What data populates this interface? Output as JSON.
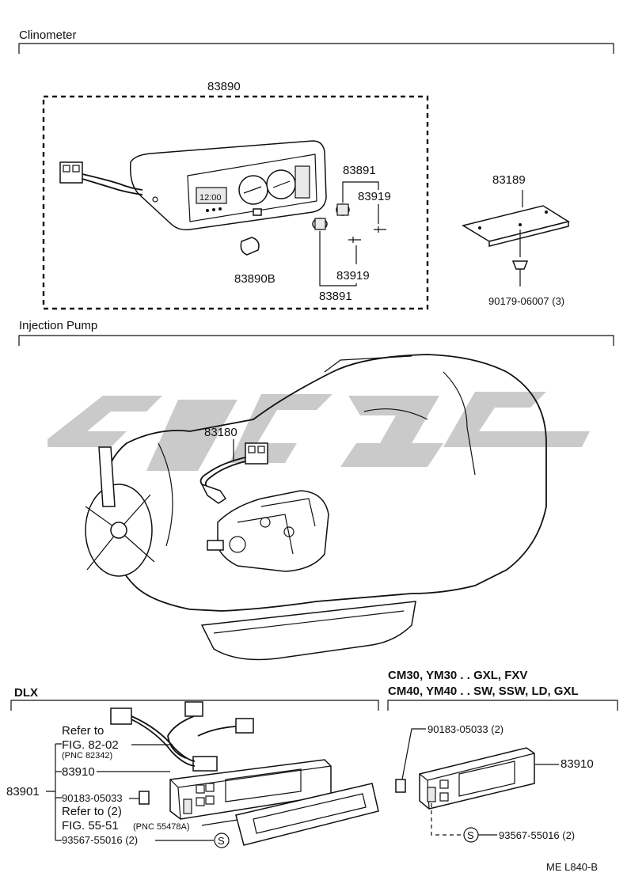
{
  "sections": {
    "clinometer": "Clinometer",
    "injection_pump": "Injection Pump",
    "dlx": "DLX",
    "variant_line1": "CM30, YM30 . . GXL, FXV",
    "variant_line2": "CM40, YM40 . . SW, SSW, LD, GXL"
  },
  "clinometer_parts": {
    "assembly": "83890",
    "bulb": "83890B",
    "knob_top": "83891",
    "screw_top": "83919",
    "screw_bottom": "83919",
    "knob_bottom": "83891",
    "bracket": "83189",
    "bracket_screw": "90179-06007 (3)"
  },
  "injection_pump_parts": {
    "sensor": "83180"
  },
  "dlx_parts": {
    "refer1_a": "Refer to",
    "refer1_b": "FIG. 82-02",
    "refer1_c": "(PNC 82342)",
    "switch": "83910",
    "assembly": "83901",
    "screw": "90183-05033",
    "refer2_a": "Refer to (2)",
    "refer2_b": "FIG. 55-51",
    "refer2_c": "(PNC 55478A)",
    "clip": "93567-55016 (2)",
    "clip_symbol": "S"
  },
  "variant_parts": {
    "screw": "90183-05033 (2)",
    "switch": "83910",
    "clip": "93567-55016 (2)",
    "clip_symbol": "S"
  },
  "footer": {
    "code": "ME  L840-B"
  }
}
